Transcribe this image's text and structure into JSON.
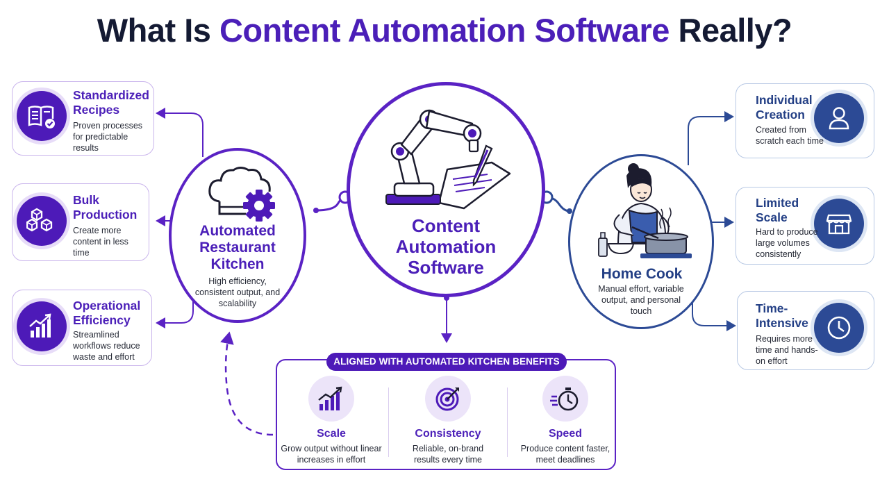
{
  "title": {
    "prefix": "What Is ",
    "accent": "Content Automation Software",
    "suffix": " Really?"
  },
  "colors": {
    "purple": "#4b1fb8",
    "purple_dark": "#4d1ab8",
    "navy": "#233f85",
    "text": "#262a36",
    "heading": "#141a33"
  },
  "left_cards": [
    {
      "icon": "recipe-book-icon",
      "title": "Standardized Recipes",
      "desc": "Proven processes for predictable results"
    },
    {
      "icon": "boxes-icon",
      "title": "Bulk Production",
      "desc": "Create more content in less time"
    },
    {
      "icon": "growth-chart-icon",
      "title": "Operational Efficiency",
      "desc": "Streamlined workflows reduce waste and effort"
    }
  ],
  "right_cards": [
    {
      "icon": "person-icon",
      "title": "Individual Creation",
      "desc": "Created from scratch each time"
    },
    {
      "icon": "storefront-icon",
      "title": "Limited Scale",
      "desc": "Hard to produce large volumes consistently"
    },
    {
      "icon": "clock-icon",
      "title": "Time-Intensive",
      "desc": "Requires more time and hands-on effort"
    }
  ],
  "kitchen": {
    "title": "Automated Restaurant Kitchen",
    "desc": "High efficiency, consistent output, and scalability",
    "icon": "chef-hat-gear-icon"
  },
  "center": {
    "title": "Content Automation Software",
    "icon": "robot-arm-writing-icon"
  },
  "home": {
    "title": "Home Cook",
    "desc": "Manual effort, variable output, and personal touch",
    "icon": "home-cook-illustration"
  },
  "benefits": {
    "banner": "ALIGNED WITH AUTOMATED KITCHEN BENEFITS",
    "items": [
      {
        "icon": "bar-growth-icon",
        "title": "Scale",
        "desc": "Grow output without linear increases in effort"
      },
      {
        "icon": "target-icon",
        "title": "Consistency",
        "desc": "Reliable, on-brand results every time"
      },
      {
        "icon": "stopwatch-icon",
        "title": "Speed",
        "desc": "Produce content faster, meet deadlines"
      }
    ]
  }
}
